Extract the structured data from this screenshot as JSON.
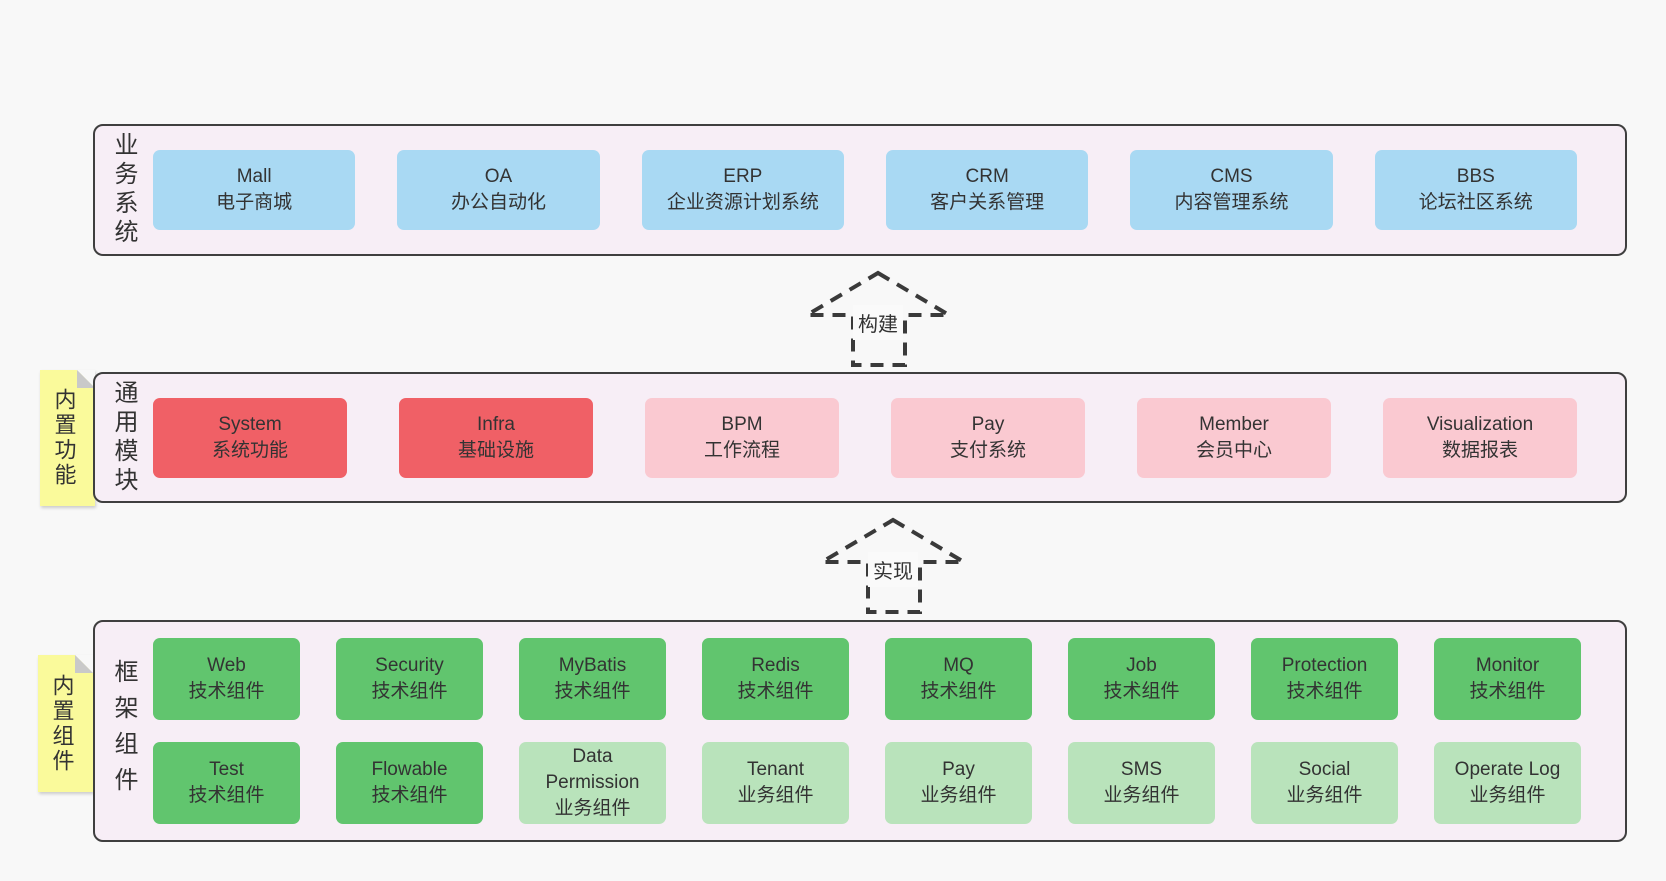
{
  "colors": {
    "page_bg": "#f8f8f8",
    "container_fill": "#f7eef6",
    "container_border": "#3f3f3f",
    "box_blue": "#a9d9f3",
    "box_red": "#f06066",
    "box_pink": "#fac9d1",
    "box_green": "#61c56e",
    "box_light_green": "#b9e3bb",
    "note_yellow": "#fafa9b",
    "note_fold": "#c9c9c9",
    "arrow_stroke": "#3a3a3a",
    "text": "#333333"
  },
  "arrows": [
    {
      "label": "构建"
    },
    {
      "label": "实现"
    }
  ],
  "layers": [
    {
      "side_label": "业务系统",
      "boxes": [
        {
          "title": "Mall",
          "subtitle": "电子商城"
        },
        {
          "title": "OA",
          "subtitle": "办公自动化"
        },
        {
          "title": "ERP",
          "subtitle": "企业资源计划系统"
        },
        {
          "title": "CRM",
          "subtitle": "客户关系管理"
        },
        {
          "title": "CMS",
          "subtitle": "内容管理系统"
        },
        {
          "title": "BBS",
          "subtitle": "论坛社区系统"
        }
      ]
    },
    {
      "side_label": "通用模块",
      "note": "内置功能",
      "boxes": [
        {
          "title": "System",
          "subtitle": "系统功能"
        },
        {
          "title": "Infra",
          "subtitle": "基础设施"
        },
        {
          "title": "BPM",
          "subtitle": "工作流程"
        },
        {
          "title": "Pay",
          "subtitle": "支付系统"
        },
        {
          "title": "Member",
          "subtitle": "会员中心"
        },
        {
          "title": "Visualization",
          "subtitle": "数据报表"
        }
      ]
    },
    {
      "side_label": "框架组件",
      "note": "内置组件",
      "rows": [
        [
          {
            "title": "Web",
            "subtitle": "技术组件"
          },
          {
            "title": "Security",
            "subtitle": "技术组件"
          },
          {
            "title": "MyBatis",
            "subtitle": "技术组件"
          },
          {
            "title": "Redis",
            "subtitle": "技术组件"
          },
          {
            "title": "MQ",
            "subtitle": "技术组件"
          },
          {
            "title": "Job",
            "subtitle": "技术组件"
          },
          {
            "title": "Protection",
            "subtitle": "技术组件"
          },
          {
            "title": "Monitor",
            "subtitle": "技术组件"
          }
        ],
        [
          {
            "title": "Test",
            "subtitle": "技术组件"
          },
          {
            "title": "Flowable",
            "subtitle": "技术组件"
          },
          {
            "title": "Data Permission",
            "subtitle": "业务组件"
          },
          {
            "title": "Tenant",
            "subtitle": "业务组件"
          },
          {
            "title": "Pay",
            "subtitle": "业务组件"
          },
          {
            "title": "SMS",
            "subtitle": "业务组件"
          },
          {
            "title": "Social",
            "subtitle": "业务组件"
          },
          {
            "title": "Operate Log",
            "subtitle": "业务组件"
          }
        ]
      ]
    }
  ]
}
